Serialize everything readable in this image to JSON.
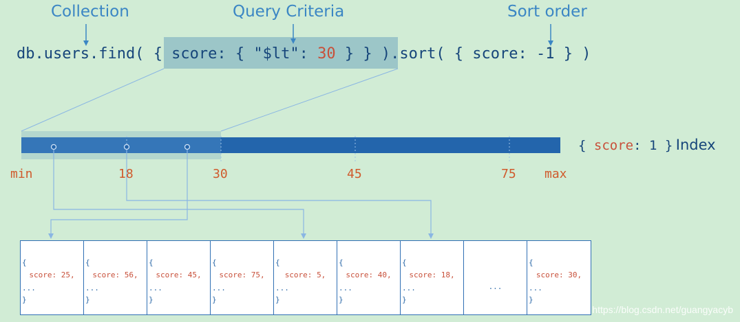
{
  "labels": {
    "collection": "Collection",
    "query_criteria": "Query Criteria",
    "sort_order": "Sort order"
  },
  "query": {
    "prefix": "db.users.find( ",
    "criteria_open": "{ score: { \"$lt\": ",
    "criteria_value": "30",
    "criteria_close": " } }",
    "sort_part": " ).sort( { score: -1 } )"
  },
  "index": {
    "label_open": "{ ",
    "label_field": "score",
    "label_rest": ": 1 }",
    "label_word": "Index",
    "ticks": [
      "min",
      "18",
      "30",
      "45",
      "75",
      "max"
    ]
  },
  "documents": [
    {
      "open": "{",
      "field": "score:",
      "value": "25,",
      "more": "...",
      "close": "}"
    },
    {
      "open": "{",
      "field": "score:",
      "value": "56,",
      "more": "...",
      "close": "}"
    },
    {
      "open": "{",
      "field": "score:",
      "value": "45,",
      "more": "...",
      "close": "}"
    },
    {
      "open": "{",
      "field": "score:",
      "value": "75,",
      "more": "...",
      "close": "}"
    },
    {
      "open": "{",
      "field": "score:",
      "value": "5,",
      "more": "...",
      "close": "}"
    },
    {
      "open": "{",
      "field": "score:",
      "value": "40,",
      "more": "...",
      "close": "}"
    },
    {
      "open": "{",
      "field": "score:",
      "value": "18,",
      "more": "...",
      "close": "}"
    },
    {
      "ellipsis": "..."
    },
    {
      "open": "{",
      "field": "score:",
      "value": "30,",
      "more": "...",
      "close": "}"
    }
  ],
  "watermark": "https://blog.csdn.net/guangyacyb",
  "colors": {
    "background": "#d1ecd5",
    "index_bar": "#2365ac",
    "highlight": "#9cc6c8",
    "label_blue": "#3b86c4",
    "value_orange": "#c8503a"
  }
}
